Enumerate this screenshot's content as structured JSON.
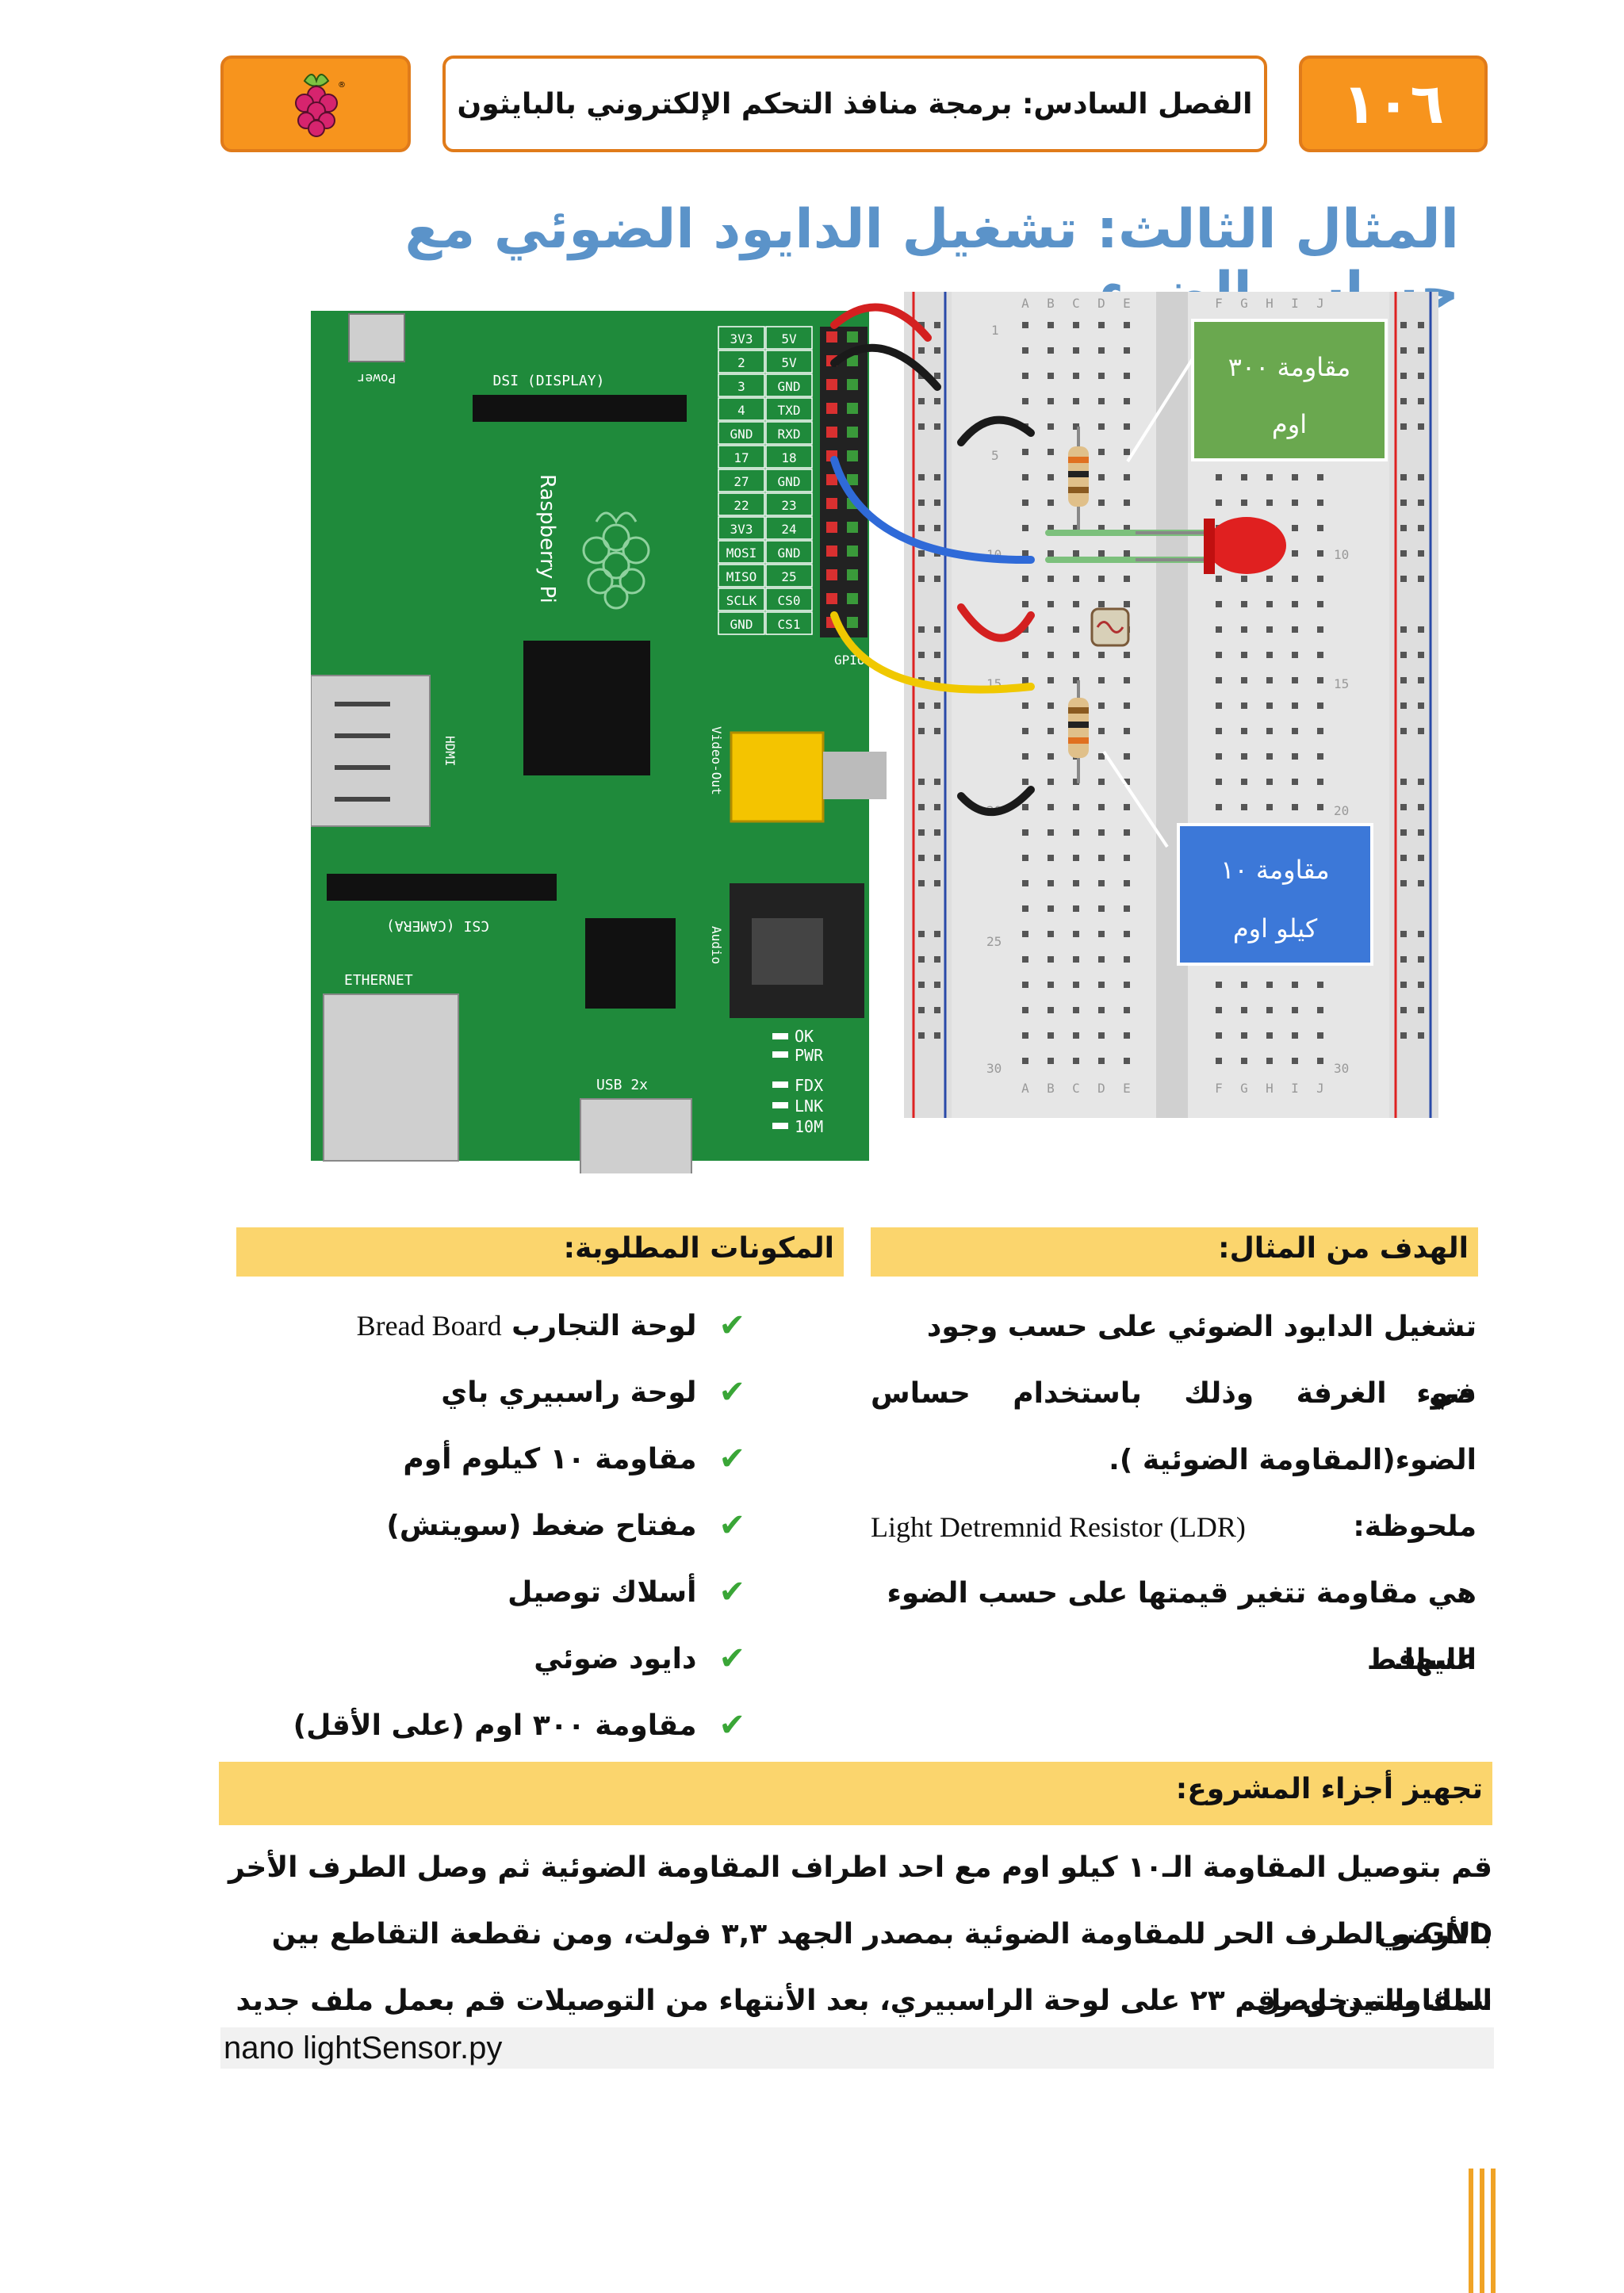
{
  "header": {
    "page_number": "١٠٦",
    "chapter_title": "الفصل السادس: برمجة منافذ التحكم الإلكتروني بالبايثون",
    "logo_icon": "raspberry-pi-logo-icon"
  },
  "example_title": "المثال الثالث: تشغيل الدايود الضوئي مع حساس الضوء",
  "diagram": {
    "board_labels": {
      "power": "Power",
      "dsi": "DSI (DISPLAY)",
      "brand": "Raspberry Pi",
      "hdmi": "HDMI",
      "video_out": "Video-Out",
      "csi": "CSI (CAMERA)",
      "audio": "Audio",
      "ethernet": "ETHERNET",
      "usb": "USB 2x",
      "gpio": "GPIO",
      "leds": [
        "OK",
        "PWR",
        "FDX",
        "LNK",
        "10M"
      ]
    },
    "gpio_pins": [
      [
        "3V3",
        "5V"
      ],
      [
        "2",
        "5V"
      ],
      [
        "3",
        "GND"
      ],
      [
        "4",
        "TXD"
      ],
      [
        "GND",
        "RXD"
      ],
      [
        "17",
        "18"
      ],
      [
        "27",
        "GND"
      ],
      [
        "22",
        "23"
      ],
      [
        "3V3",
        "24"
      ],
      [
        "MOSI",
        "GND"
      ],
      [
        "MISO",
        "25"
      ],
      [
        "SCLK",
        "CS0"
      ],
      [
        "GND",
        "CS1"
      ]
    ],
    "breadboard_cols_left": [
      "A",
      "B",
      "C",
      "D",
      "E"
    ],
    "breadboard_cols_right": [
      "F",
      "G",
      "H",
      "I",
      "J"
    ],
    "breadboard_rows": [
      "1",
      "5",
      "10",
      "15",
      "20",
      "25",
      "30"
    ],
    "callout_300": "مقاومة ٣٠٠ اوم",
    "callout_300_line1": "مقاومة ٣٠٠",
    "callout_300_line2": "اوم",
    "callout_10k_line1": "مقاومة ١٠",
    "callout_10k_line2": "كيلو اوم",
    "colors": {
      "board": "#1f8a3b",
      "callout_green": "#6aa84f",
      "callout_blue": "#3c78d8"
    }
  },
  "goal": {
    "heading": "الهدف من المثال:",
    "line1": "تشغيل الدايود الضوئي على حسب وجود ضوء",
    "line2_words": [
      "في",
      "الغرفة",
      "وذلك",
      "باستخدام",
      "حساس"
    ],
    "line3": "الضوء(المقاومة الضوئية ).",
    "note_label": "ملحوظة:",
    "note_latin": "Light Detremnid Resistor (LDR)",
    "line5": "هي مقاومة تتغير قيمتها على حسب الضوء الساقط",
    "line6": "عليها."
  },
  "components": {
    "heading": "المكونات المطلوبة:",
    "check_icon": "check-icon",
    "items": [
      {
        "ar": "لوحة التجارب",
        "en": "Bread Board"
      },
      {
        "ar": "لوحة راسبيري باي",
        "en": ""
      },
      {
        "ar": "مقاومة ١٠ كيلوم أوم",
        "en": ""
      },
      {
        "ar": "مفتاح ضغط (سويتش)",
        "en": ""
      },
      {
        "ar": "أسلاك توصيل",
        "en": ""
      },
      {
        "ar": "دايود ضوئي",
        "en": ""
      },
      {
        "ar": "مقاومة ٣٠٠ اوم (على الأقل)",
        "en": ""
      }
    ]
  },
  "setup": {
    "heading": "تجهيز أجزاء المشروع:",
    "line1": "قم بتوصيل المقاومة الـ١٠ كيلو اوم مع احد اطراف المقاومة الضوئية ثم وصل الطرف الأخر بالأرضي",
    "line2": "GND و الطرف الحر للمقاومة الضوئية بمصدر الجهد ٣,٣ فولت، ومن نقطعة التقاطع بين المقاومتين وصل",
    "line3": "سلك بالمدخل رقم ٢٣ على لوحة الراسبيري، بعد الأنتهاء من التوصيلات قم بعمل ملف جديد"
  },
  "code": "nano lightSensor.py"
}
